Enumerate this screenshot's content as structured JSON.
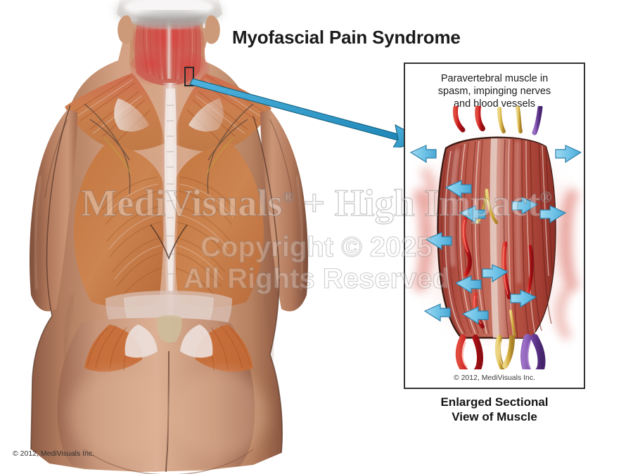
{
  "title": "Myofascial Pain Syndrome",
  "page_copyright": "© 2012, MediVisuals Inc.",
  "main_figure": {
    "name": "posterior-torso-illustration",
    "description": "Posterior view of female torso with superficial back and gluteal musculature dissected, showing inflamed paravertebral muscles in the cervical and upper thoracic region",
    "callout_marker_label": ""
  },
  "inset": {
    "caption_lines": [
      "Paravertebral muscle in",
      "spasm, impinging nerves",
      "and blood vessels"
    ],
    "copyright": "© 2012, MediVisuals Inc.",
    "label_lines": [
      "Enlarged Sectional",
      "View of Muscle"
    ],
    "art_description": "Enlarged cross-sectional block of paravertebral muscle in spasm with compression arrows impinging on arteries, nerves and veins"
  },
  "watermark": {
    "brand": "MediVisuals",
    "brand_reg": "®",
    "brand_plus": "+ High Impact",
    "brand_plus_reg": "®",
    "line2": "Copyright © 2025",
    "line3": "All Rights Reserved"
  },
  "colors": {
    "background": "#ffffff",
    "title_text": "#1b1b1b",
    "panel_border": "#333333",
    "leader_line": "#2a9fd0",
    "muscle_red": "#a8403a",
    "muscle_mid": "#b4544a",
    "muscle_light": "#c9756a",
    "muscle_orange": "#c97a45",
    "tendon_white": "#e8dcd8",
    "artery_red": "#c41f1f",
    "nerve_yellow": "#d9b646",
    "vein_purple": "#6b3f99",
    "arrow_blue": "#72c4e8",
    "arrow_blue_edge": "#2f7fa8",
    "skin_light": "#dcab90",
    "skin_mid": "#c8937a",
    "skin_dark": "#9e6a52",
    "inflammation": "#cf4a45"
  },
  "legend_items": [
    {
      "name": "artery",
      "color": "#c41f1f",
      "label": ""
    },
    {
      "name": "nerve",
      "color": "#d9b646",
      "label": ""
    },
    {
      "name": "vein",
      "color": "#6b3f99",
      "label": ""
    },
    {
      "name": "compression-arrow",
      "color": "#72c4e8",
      "label": ""
    }
  ]
}
